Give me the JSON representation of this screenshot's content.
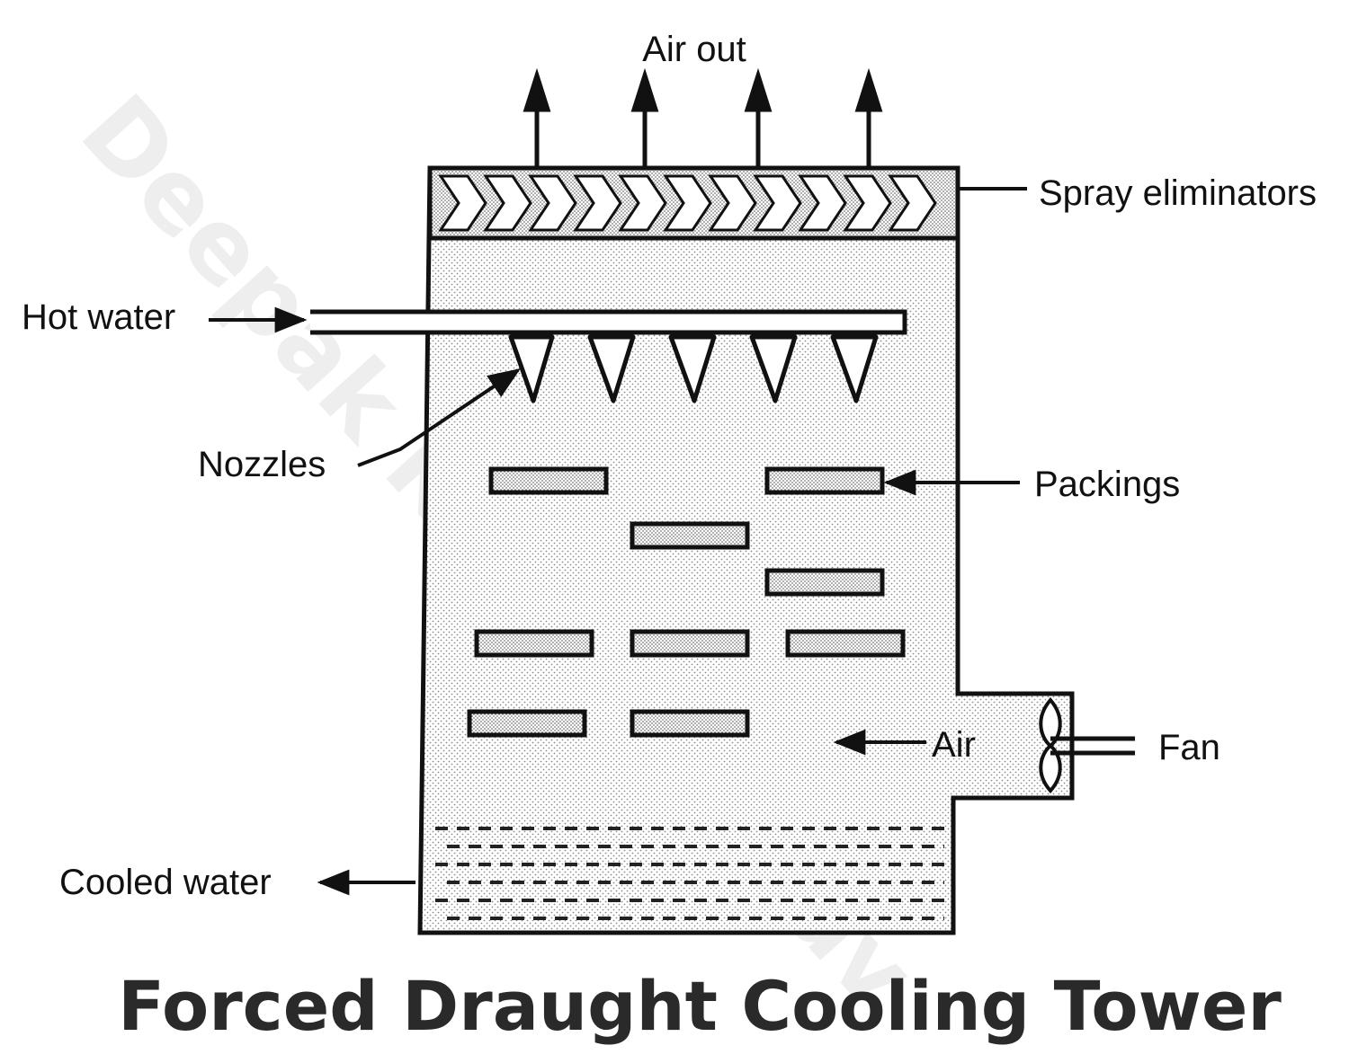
{
  "labels": {
    "air_out": "Air out",
    "spray_eliminators": "Spray eliminators",
    "hot_water": "Hot water",
    "nozzles": "Nozzles",
    "packings": "Packings",
    "air": "Air",
    "fan": "Fan",
    "cooled_water": "Cooled water"
  },
  "title": "Forced Draught Cooling Tower",
  "watermark": "Deepak Kumar Yadav"
}
